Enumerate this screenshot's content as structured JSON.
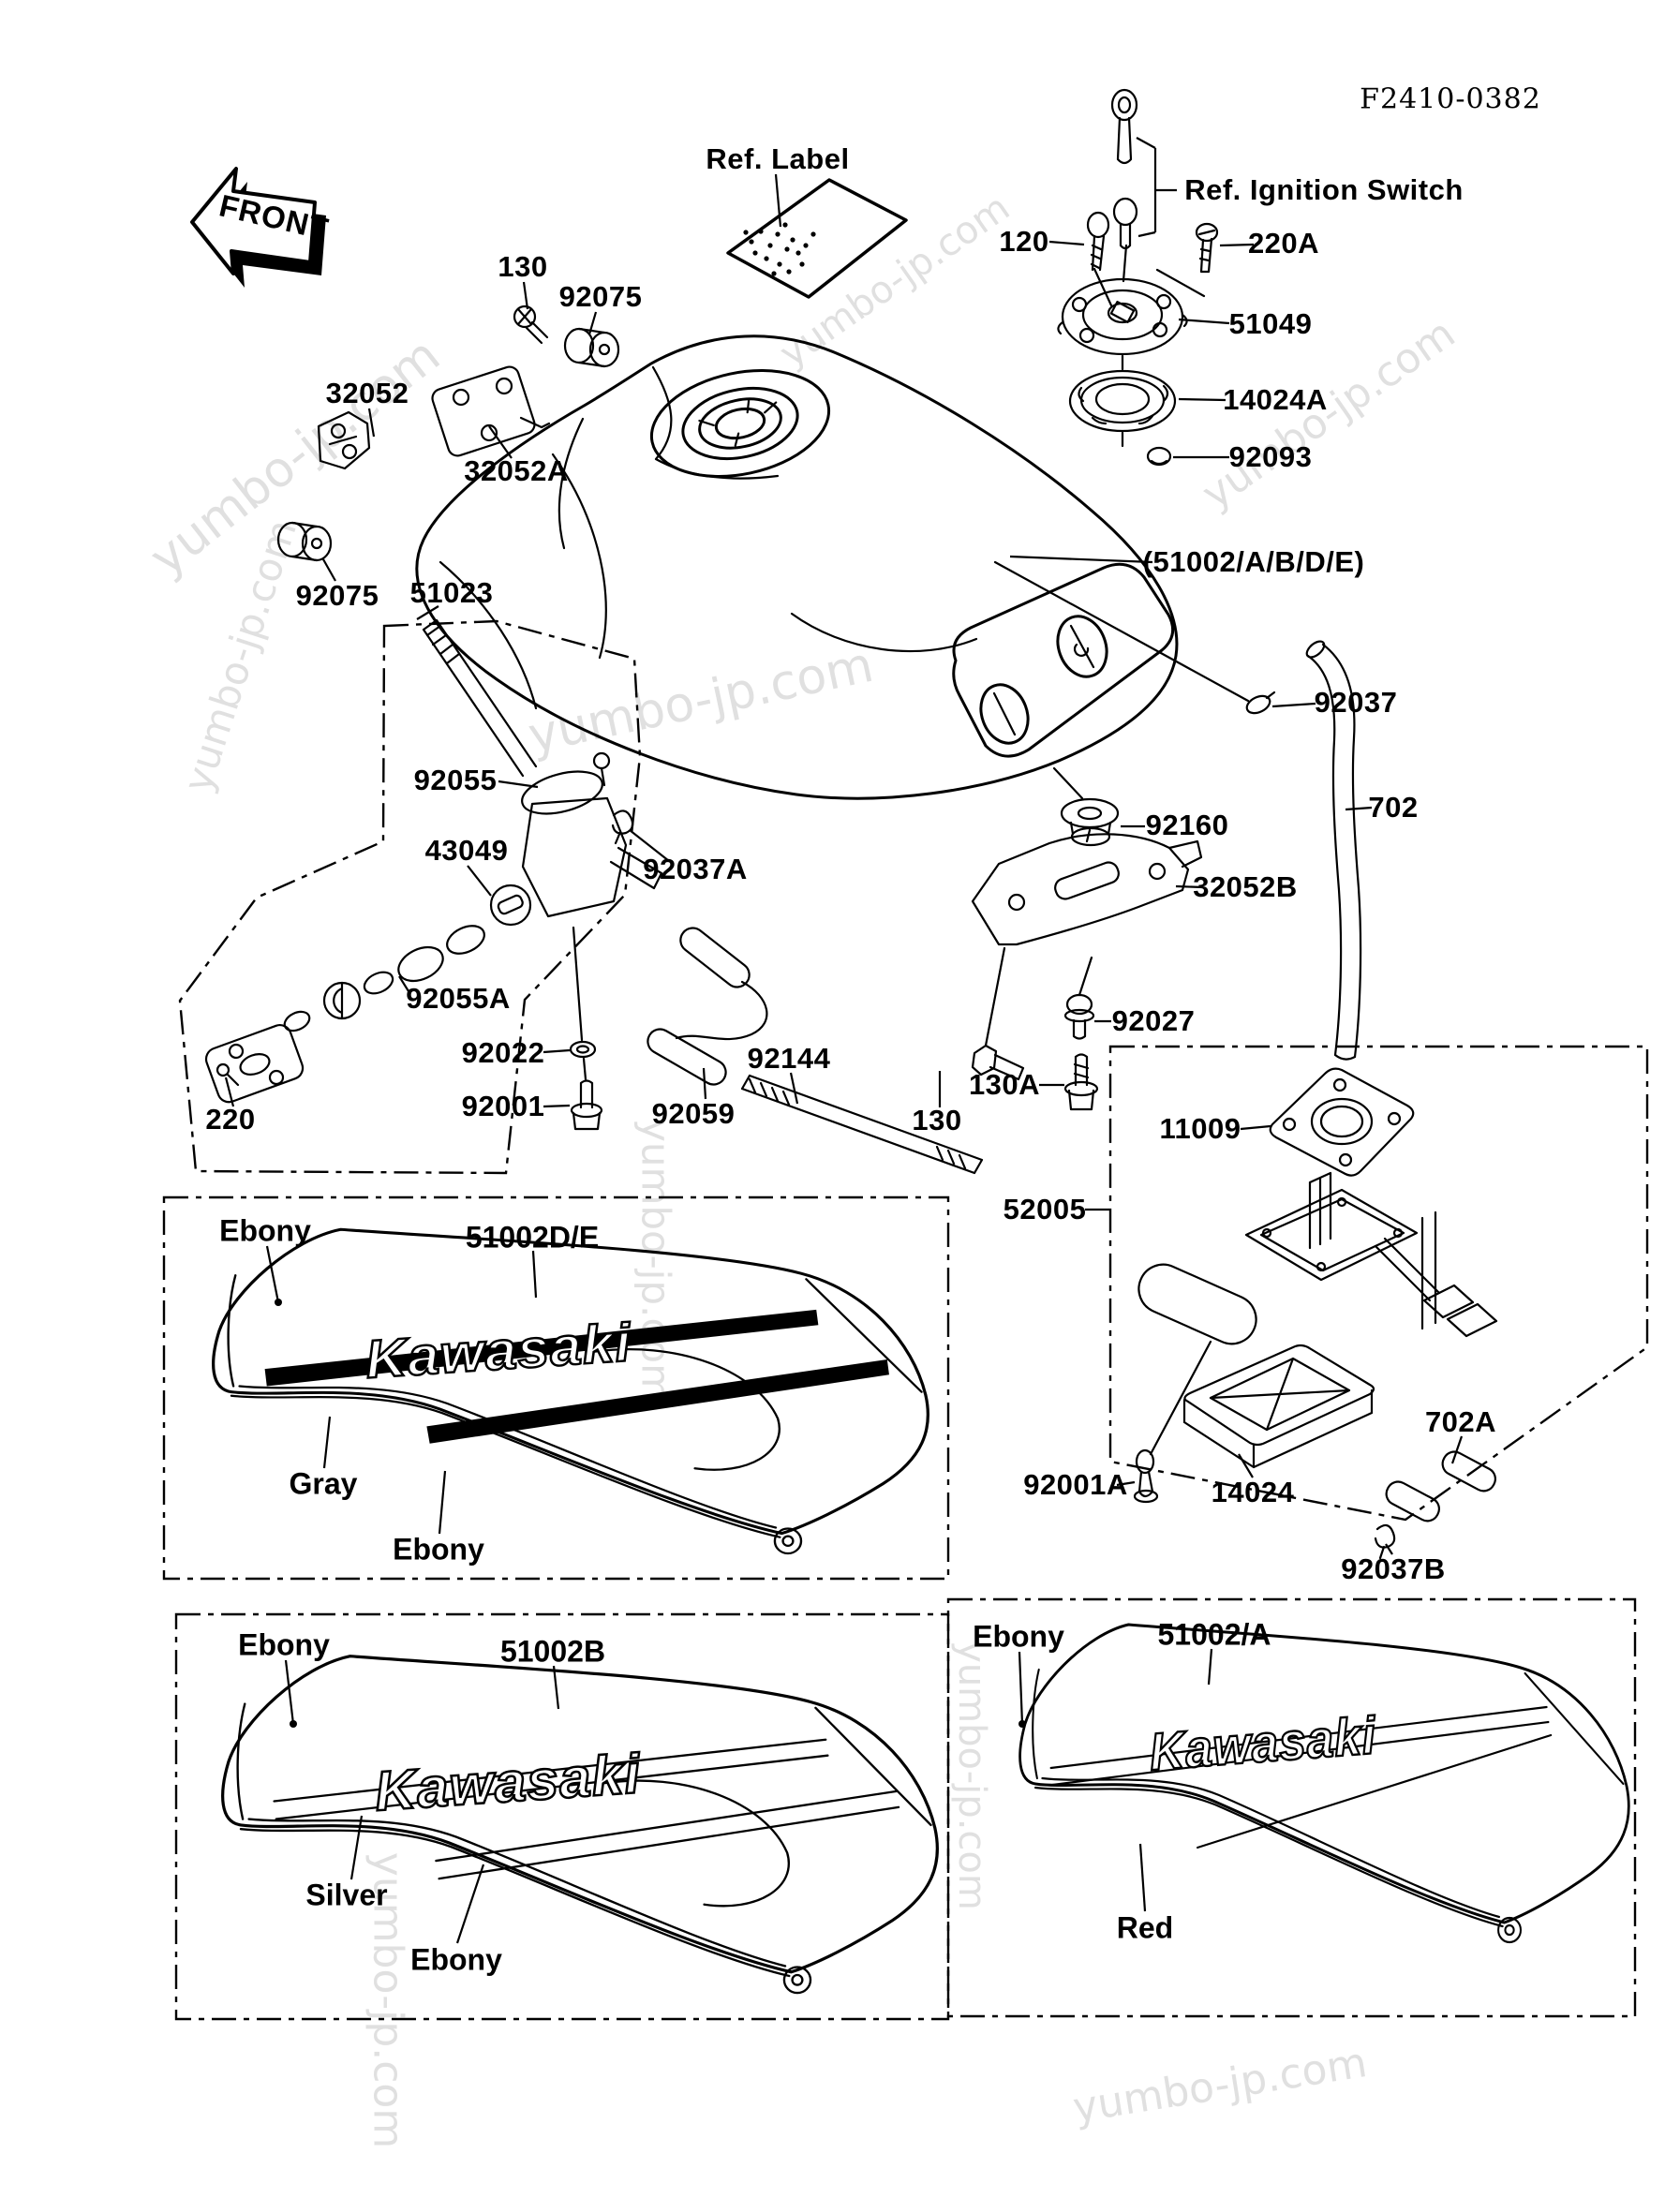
{
  "page": {
    "code": "F2410-0382",
    "front_label": "FRONT",
    "watermark": "yumbo-jp.com"
  },
  "parts": [
    "Ref. Label",
    "Ref. Ignition Switch",
    "120",
    "220A",
    "51049",
    "14024A",
    "92093",
    "130",
    "92075",
    "32052",
    "32052A",
    "92075",
    "51023",
    "(51002/A/B/D/E)",
    "92037",
    "702",
    "92055",
    "92160",
    "43049",
    "92037A",
    "32052B",
    "92055A",
    "92027",
    "92022",
    "220",
    "92001",
    "92059",
    "92144",
    "130A",
    "130",
    "11009",
    "52005",
    "92001A",
    "14024",
    "702A",
    "92037B"
  ],
  "variant_boxes": [
    {
      "part_no": "51002D/E",
      "logo": "Kawasaki",
      "colors": [
        "Ebony",
        "Gray",
        "Ebony"
      ]
    },
    {
      "part_no": "51002B",
      "logo": "Kawasaki",
      "colors": [
        "Ebony",
        "Silver",
        "Ebony"
      ]
    },
    {
      "part_no": "51002/A",
      "logo": "Kawasaki",
      "colors": [
        "Ebony",
        "Red"
      ]
    }
  ]
}
